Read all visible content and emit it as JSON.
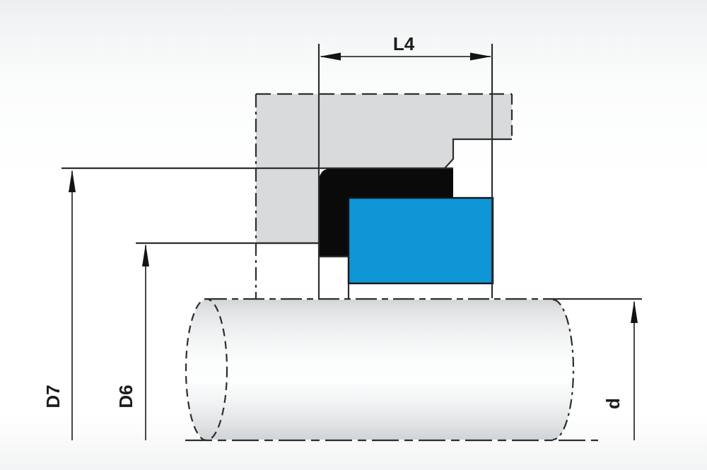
{
  "diagram": {
    "kind": "technical-drawing-cross-section",
    "dimension_labels": {
      "l4": "L4",
      "d7": "D7",
      "d6": "D6",
      "d": "d"
    },
    "colors": {
      "housing_gray": "#d8dadb",
      "seal_black": "#0a0a0a",
      "ring_blue": "#0f96d6",
      "line_dark": "#2e2e2e",
      "background_top": "#eceef0",
      "background": "#ffffff"
    }
  }
}
